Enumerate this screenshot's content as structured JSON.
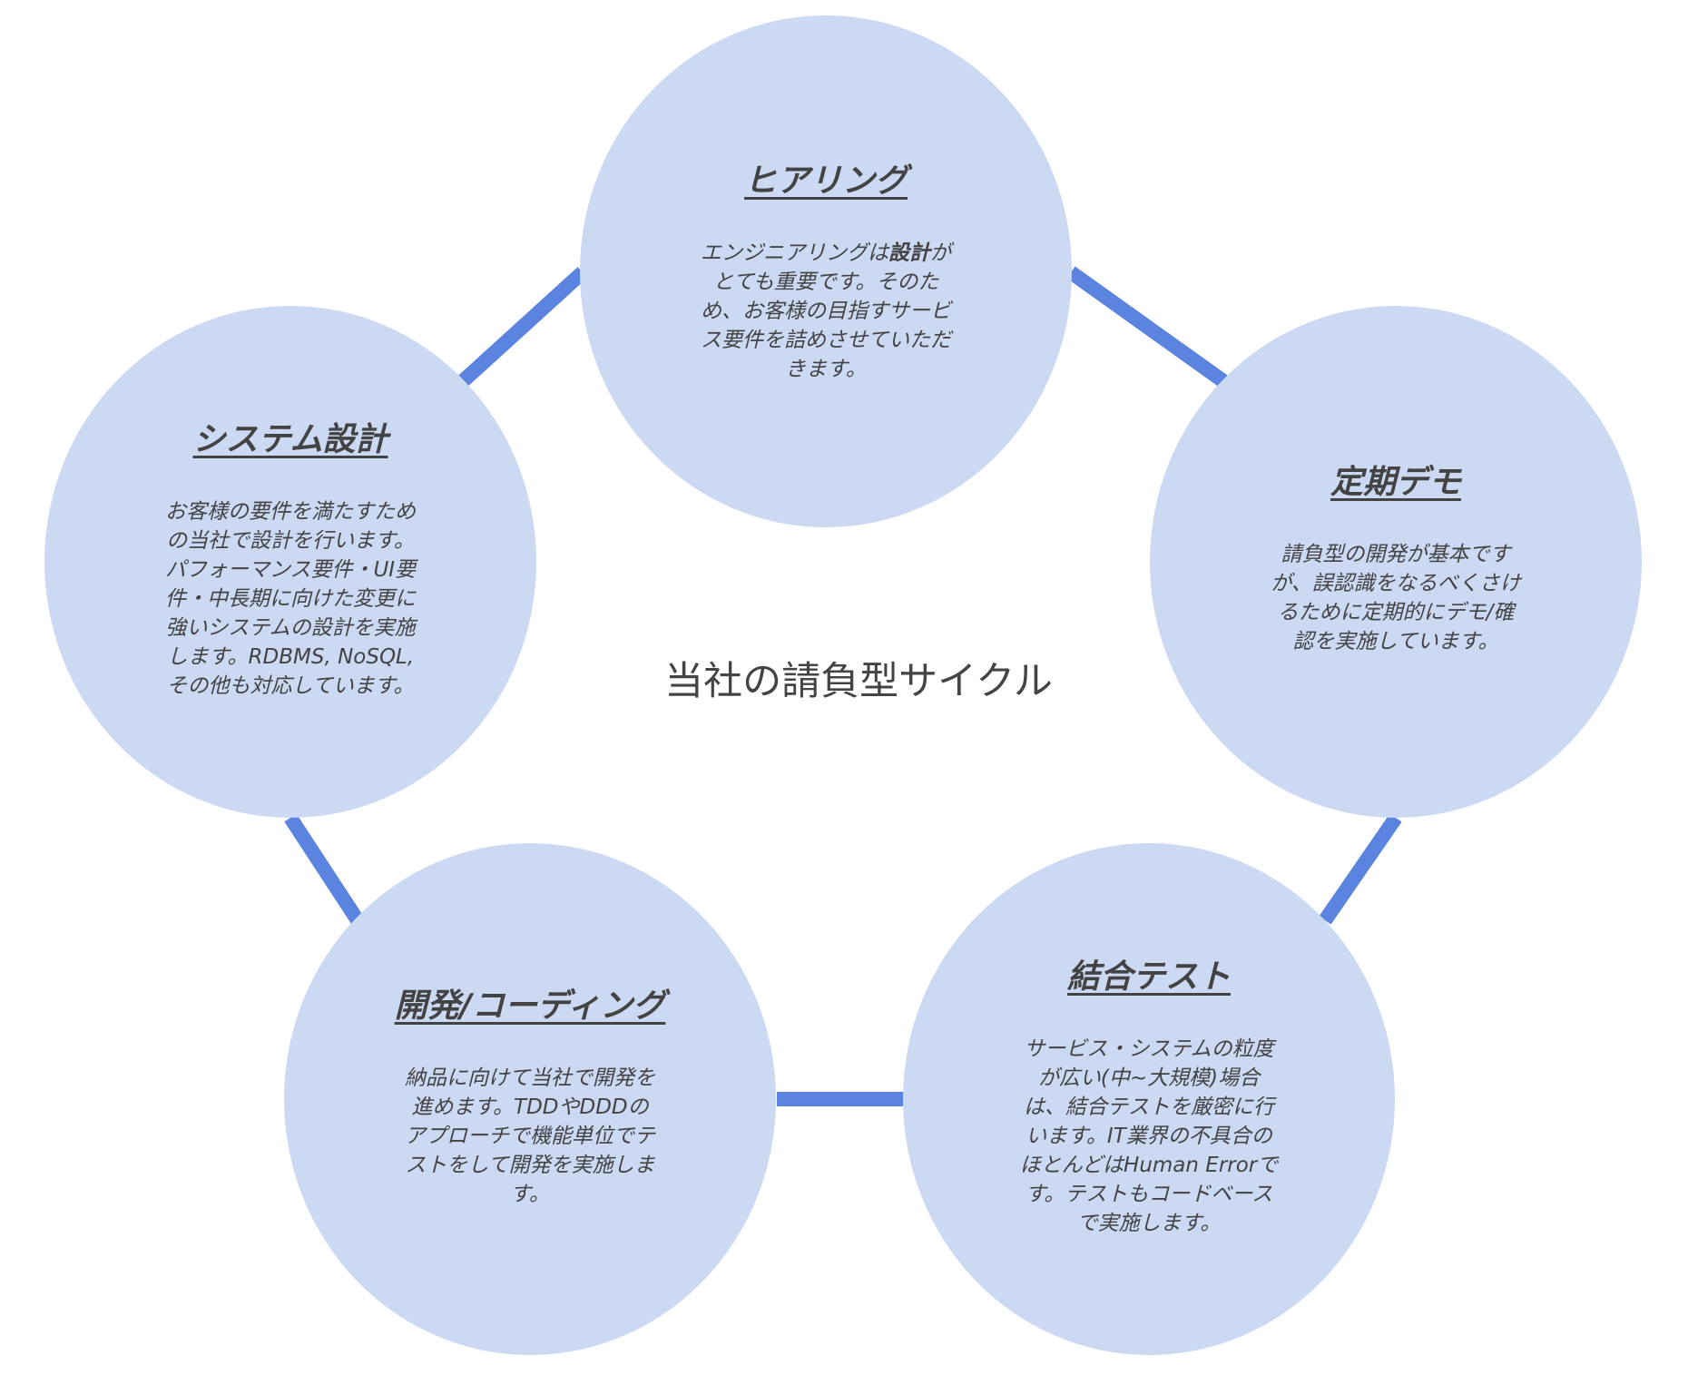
{
  "title": "当社の請負型サイクル",
  "colors": {
    "circle": "#cbd9f3",
    "connector": "#5b84e0",
    "text": "#434343"
  },
  "nodes": {
    "hearing": {
      "heading": "ヒアリング",
      "line1_pre": "エンジニアリングは",
      "line1_bold": "設計",
      "line1_post": "が",
      "lines": [
        "とても重要です。そのた",
        "め、お客様の目指すサービ",
        "ス要件を詰めさせていただ",
        "きます。"
      ]
    },
    "system_design": {
      "heading": "システム設計",
      "lines": [
        "お客様の要件を満たすため",
        "の当社で設計を行います。",
        "パフォーマンス要件・UI要",
        "件・中長期に向けた変更に",
        "強いシステムの設計を実施",
        "します。RDBMS, NoSQL,",
        "その他も対応しています。"
      ]
    },
    "demo": {
      "heading": "定期デモ",
      "lines": [
        "請負型の開発が基本です",
        "が、誤認識をなるべくさけ",
        "るために定期的にデモ/確",
        "認を実施しています。"
      ]
    },
    "integration_test": {
      "heading": "結合テスト",
      "lines": [
        "サービス・システムの粒度",
        "が広い(中~大規模)場合",
        "は、結合テストを厳密に行",
        "います。IT業界の不具合の",
        "ほとんどはHuman Errorで",
        "す。テストもコードベース",
        "で実施します。"
      ]
    },
    "development": {
      "heading": "開発/コーディング",
      "lines": [
        "納品に向けて当社で開発を",
        "進めます。TDDやDDDの",
        "アプローチで機能単位でテ",
        "ストをして開発を実施しま",
        "す。"
      ]
    }
  }
}
